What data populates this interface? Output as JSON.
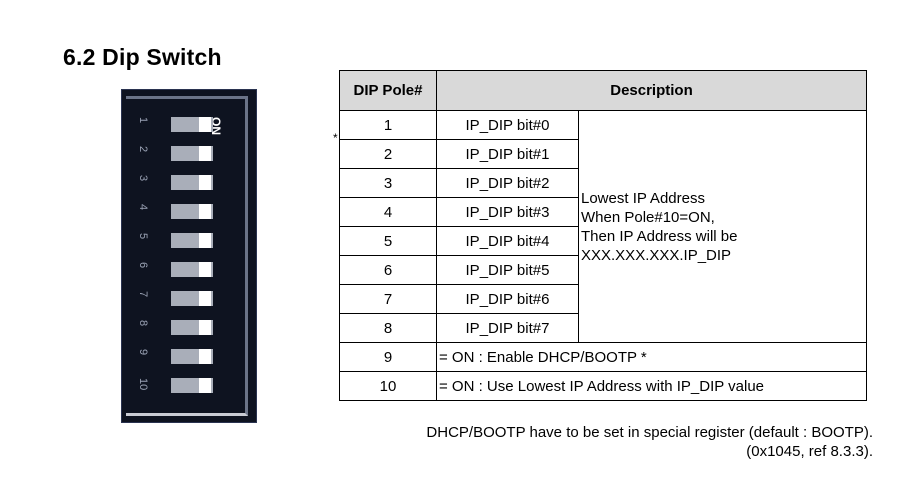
{
  "section_title": "6.2 Dip Switch",
  "dip_image": {
    "on_label": "ON",
    "switches": [
      {
        "num": "1"
      },
      {
        "num": "2"
      },
      {
        "num": "3"
      },
      {
        "num": "4"
      },
      {
        "num": "5"
      },
      {
        "num": "6"
      },
      {
        "num": "7"
      },
      {
        "num": "8"
      },
      {
        "num": "9"
      },
      {
        "num": "10"
      }
    ]
  },
  "asterisk": "*",
  "table": {
    "headers": {
      "pole": "DIP Pole#",
      "description": "Description"
    },
    "rows": [
      {
        "pole": "1",
        "bit": "IP_DIP bit#0"
      },
      {
        "pole": "2",
        "bit": "IP_DIP bit#1"
      },
      {
        "pole": "3",
        "bit": "IP_DIP bit#2"
      },
      {
        "pole": "4",
        "bit": "IP_DIP bit#3"
      },
      {
        "pole": "5",
        "bit": "IP_DIP bit#4"
      },
      {
        "pole": "6",
        "bit": "IP_DIP bit#5"
      },
      {
        "pole": "7",
        "bit": "IP_DIP bit#6"
      },
      {
        "pole": "8",
        "bit": "IP_DIP bit#7"
      }
    ],
    "merged_desc": [
      "Lowest IP Address",
      "When Pole#10=ON,",
      "Then IP Address will be",
      "XXX.XXX.XXX.IP_DIP"
    ],
    "row9": {
      "pole": "9",
      "desc": "= ON : Enable DHCP/BOOTP *"
    },
    "row10": {
      "pole": "10",
      "desc": "= ON : Use Lowest IP Address with IP_DIP value"
    }
  },
  "note": {
    "line1": "DHCP/BOOTP have to be set in special register (default : BOOTP).",
    "line2": "(0x1045, ref 8.3.3)."
  }
}
